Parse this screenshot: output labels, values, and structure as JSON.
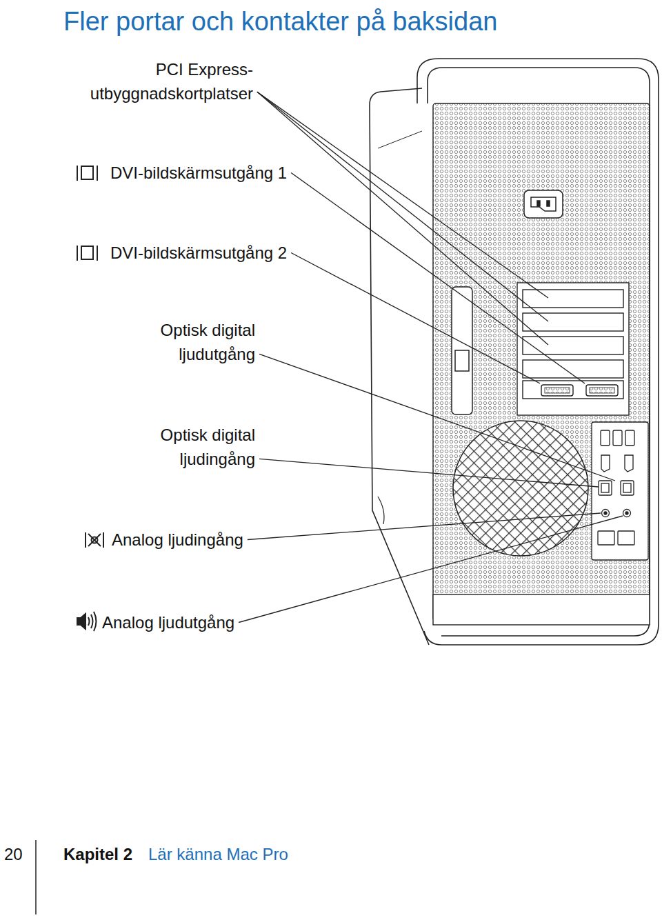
{
  "diagram": {
    "title": "Fler portar och kontakter på baksidan",
    "labels": [
      "PCI Express- utbyggnadskortplatser",
      "DVI-bildskärmsutgång 1",
      "DVI-bildskärmsutgång 2",
      "Optisk digital ljudutgång",
      "Optisk digital ljudingång",
      "Analog ljudingång",
      "Analog ljudutgång",
      "20",
      "Kapitel 2",
      "Lär känna Mac Pro"
    ]
  }
}
